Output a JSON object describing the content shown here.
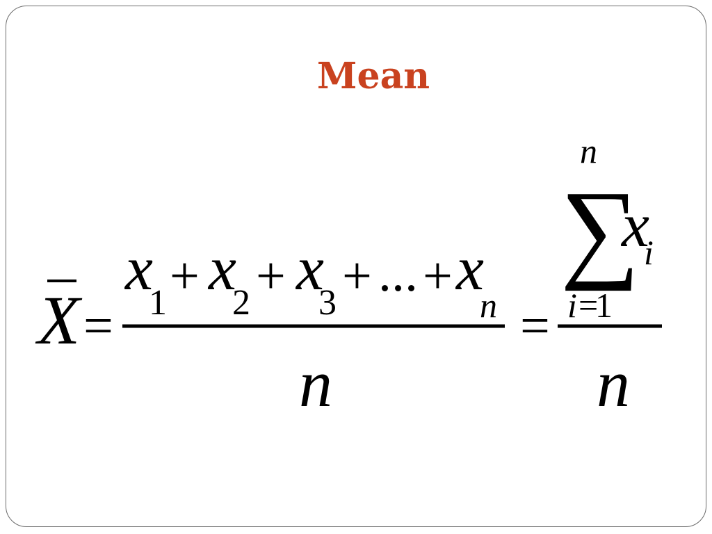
{
  "slide": {
    "title": "Mean",
    "title_color": "#C9421F"
  },
  "formula": {
    "lhs": "X",
    "equals": "=",
    "numerator": {
      "term1": "x",
      "sub1": "1",
      "plus1": "+",
      "term2": "x",
      "sub2": "2",
      "plus2": "+",
      "term3": "x",
      "sub3": "3",
      "plus3": "+",
      "ellipsis": "...",
      "plus4": "+",
      "term_n": "x",
      "sub_n": "n"
    },
    "denominator": "n",
    "sum": {
      "upper_limit": "n",
      "symbol": "∑",
      "term": "x",
      "term_sub": "i",
      "lower_index": "i",
      "lower_equals": "=",
      "lower_start": "1"
    },
    "sum_denominator": "n"
  }
}
